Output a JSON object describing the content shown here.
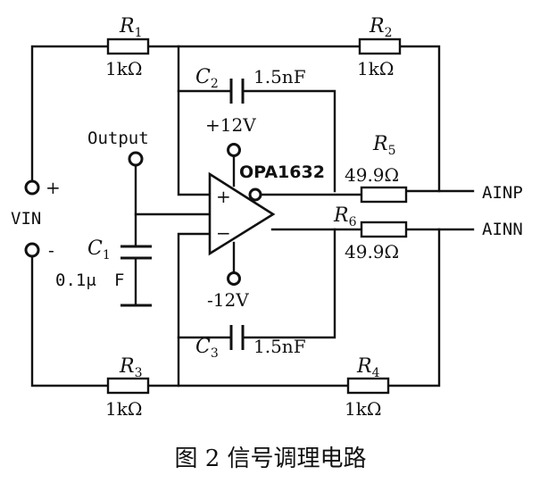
{
  "caption": "图 2  信号调理电路",
  "components": {
    "r1": {
      "letter": "R",
      "index": "1",
      "value": "1kΩ"
    },
    "r2": {
      "letter": "R",
      "index": "2",
      "value": "1kΩ"
    },
    "r3": {
      "letter": "R",
      "index": "3",
      "value": "1kΩ"
    },
    "r4": {
      "letter": "R",
      "index": "4",
      "value": "1kΩ"
    },
    "r5": {
      "letter": "R",
      "index": "5",
      "value": "49.9Ω"
    },
    "r6": {
      "letter": "R",
      "index": "6",
      "value": "49.9Ω"
    },
    "c1": {
      "letter": "C",
      "index": "1",
      "value_line1": "0.1μ",
      "value_line2": "F"
    },
    "c2": {
      "letter": "C",
      "index": "2",
      "value": "1.5nF"
    },
    "c3": {
      "letter": "C",
      "index": "3",
      "value": "1.5nF"
    },
    "opamp": {
      "name": "OPA1632",
      "plus": "+",
      "minus": "−"
    }
  },
  "nets": {
    "vpos": "+12V",
    "vneg": "-12V",
    "output": "Output",
    "vin": "VIN",
    "vin_plus": "+",
    "vin_minus": "-",
    "ainp": "AINP",
    "ainn": "AINN"
  }
}
